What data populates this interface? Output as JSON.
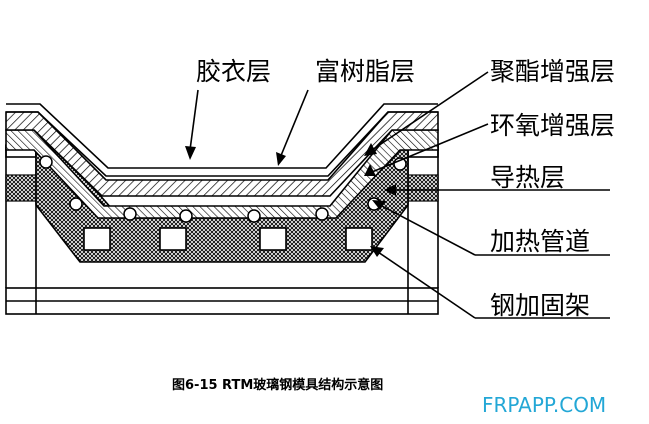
{
  "labels": {
    "gelcoat": "胶衣层",
    "resin_rich": "富树脂层",
    "polyester_reinforce": "聚酯增强层",
    "epoxy_reinforce": "环氧增强层",
    "heat_conduct": "导热层",
    "heating_pipe": "加热管道",
    "steel_frame": "钢加固架"
  },
  "caption": "图6-15   RTM玻璃钢模具结构示意图",
  "watermark": "FRPAPP.COM",
  "colors": {
    "line": "#000000",
    "watermark": "#23a7d6",
    "background": "#ffffff"
  }
}
